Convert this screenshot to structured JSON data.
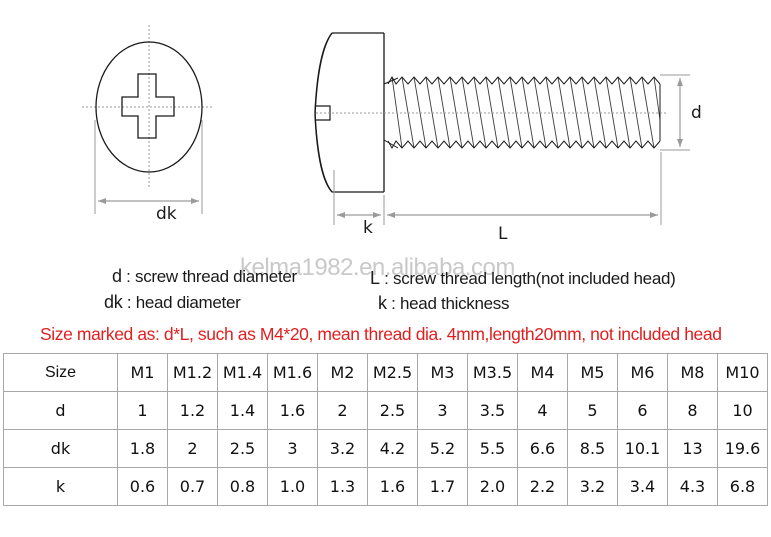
{
  "diagram": {
    "top_view_label": "dk",
    "side_view_labels": {
      "head_thickness": "k",
      "thread_length": "L",
      "thread_diameter": "d"
    },
    "line_color": "#1a1a1a",
    "dimension_color": "#9a9a9a"
  },
  "legend": {
    "items": [
      {
        "key": "d",
        "sep": " :  ",
        "text": "screw thread diameter"
      },
      {
        "key": "dk",
        "sep": " : ",
        "text": "head diameter"
      },
      {
        "key": "L",
        "sep": " : ",
        "text": "screw thread length(not included head)"
      },
      {
        "key": "k",
        "sep": " :  ",
        "text": "head thickness"
      }
    ]
  },
  "watermark": "kelma1982.en.alibaba.com",
  "note": {
    "text": "Size marked as: d*L, such as M4*20, mean thread dia. 4mm,length20mm, not included head",
    "color": "#e02020"
  },
  "table": {
    "header_label": "Size",
    "sizes": [
      "M1",
      "M1.2",
      "M1.4",
      "M1.6",
      "M2",
      "M2.5",
      "M3",
      "M3.5",
      "M4",
      "M5",
      "M6",
      "M8",
      "M10"
    ],
    "rows": [
      {
        "label": "d",
        "values": [
          "1",
          "1.2",
          "1.4",
          "1.6",
          "2",
          "2.5",
          "3",
          "3.5",
          "4",
          "5",
          "6",
          "8",
          "10"
        ]
      },
      {
        "label": "dk",
        "values": [
          "1.8",
          "2",
          "2.5",
          "3",
          "3.2",
          "4.2",
          "5.2",
          "5.5",
          "6.6",
          "8.5",
          "10.1",
          "13",
          "19.6"
        ]
      },
      {
        "label": "k",
        "values": [
          "0.6",
          "0.7",
          "0.8",
          "1.0",
          "1.3",
          "1.6",
          "1.7",
          "2.0",
          "2.2",
          "3.2",
          "3.4",
          "4.3",
          "6.8"
        ]
      }
    ]
  }
}
